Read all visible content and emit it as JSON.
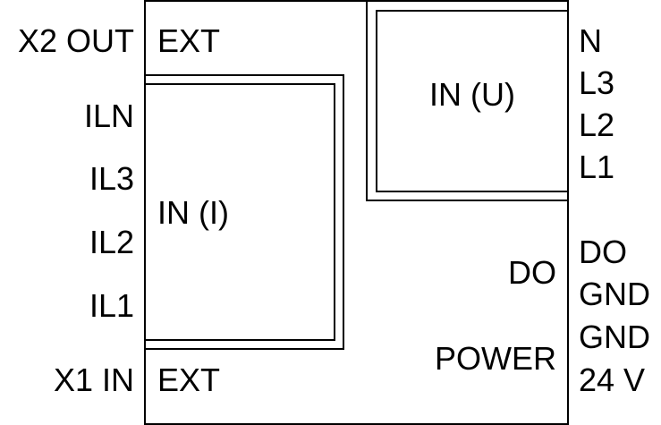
{
  "left_labels": {
    "x2_out": "X2 OUT",
    "iln": "ILN",
    "il3": "IL3",
    "il2": "IL2",
    "il1": "IL1",
    "x1_in": "X1 IN"
  },
  "inner_labels": {
    "ext_top": "EXT",
    "in_u": "IN (U)",
    "in_i": "IN (I)",
    "do": "DO",
    "power": "POWER",
    "ext_bottom": "EXT"
  },
  "right_labels": {
    "n": "N",
    "l3": "L3",
    "l2": "L2",
    "l1": "L1",
    "do": "DO",
    "gnd_1": "GND",
    "gnd_2": "GND",
    "v24": "24 V"
  },
  "colors": {
    "line": "#000000",
    "background": "#ffffff"
  }
}
